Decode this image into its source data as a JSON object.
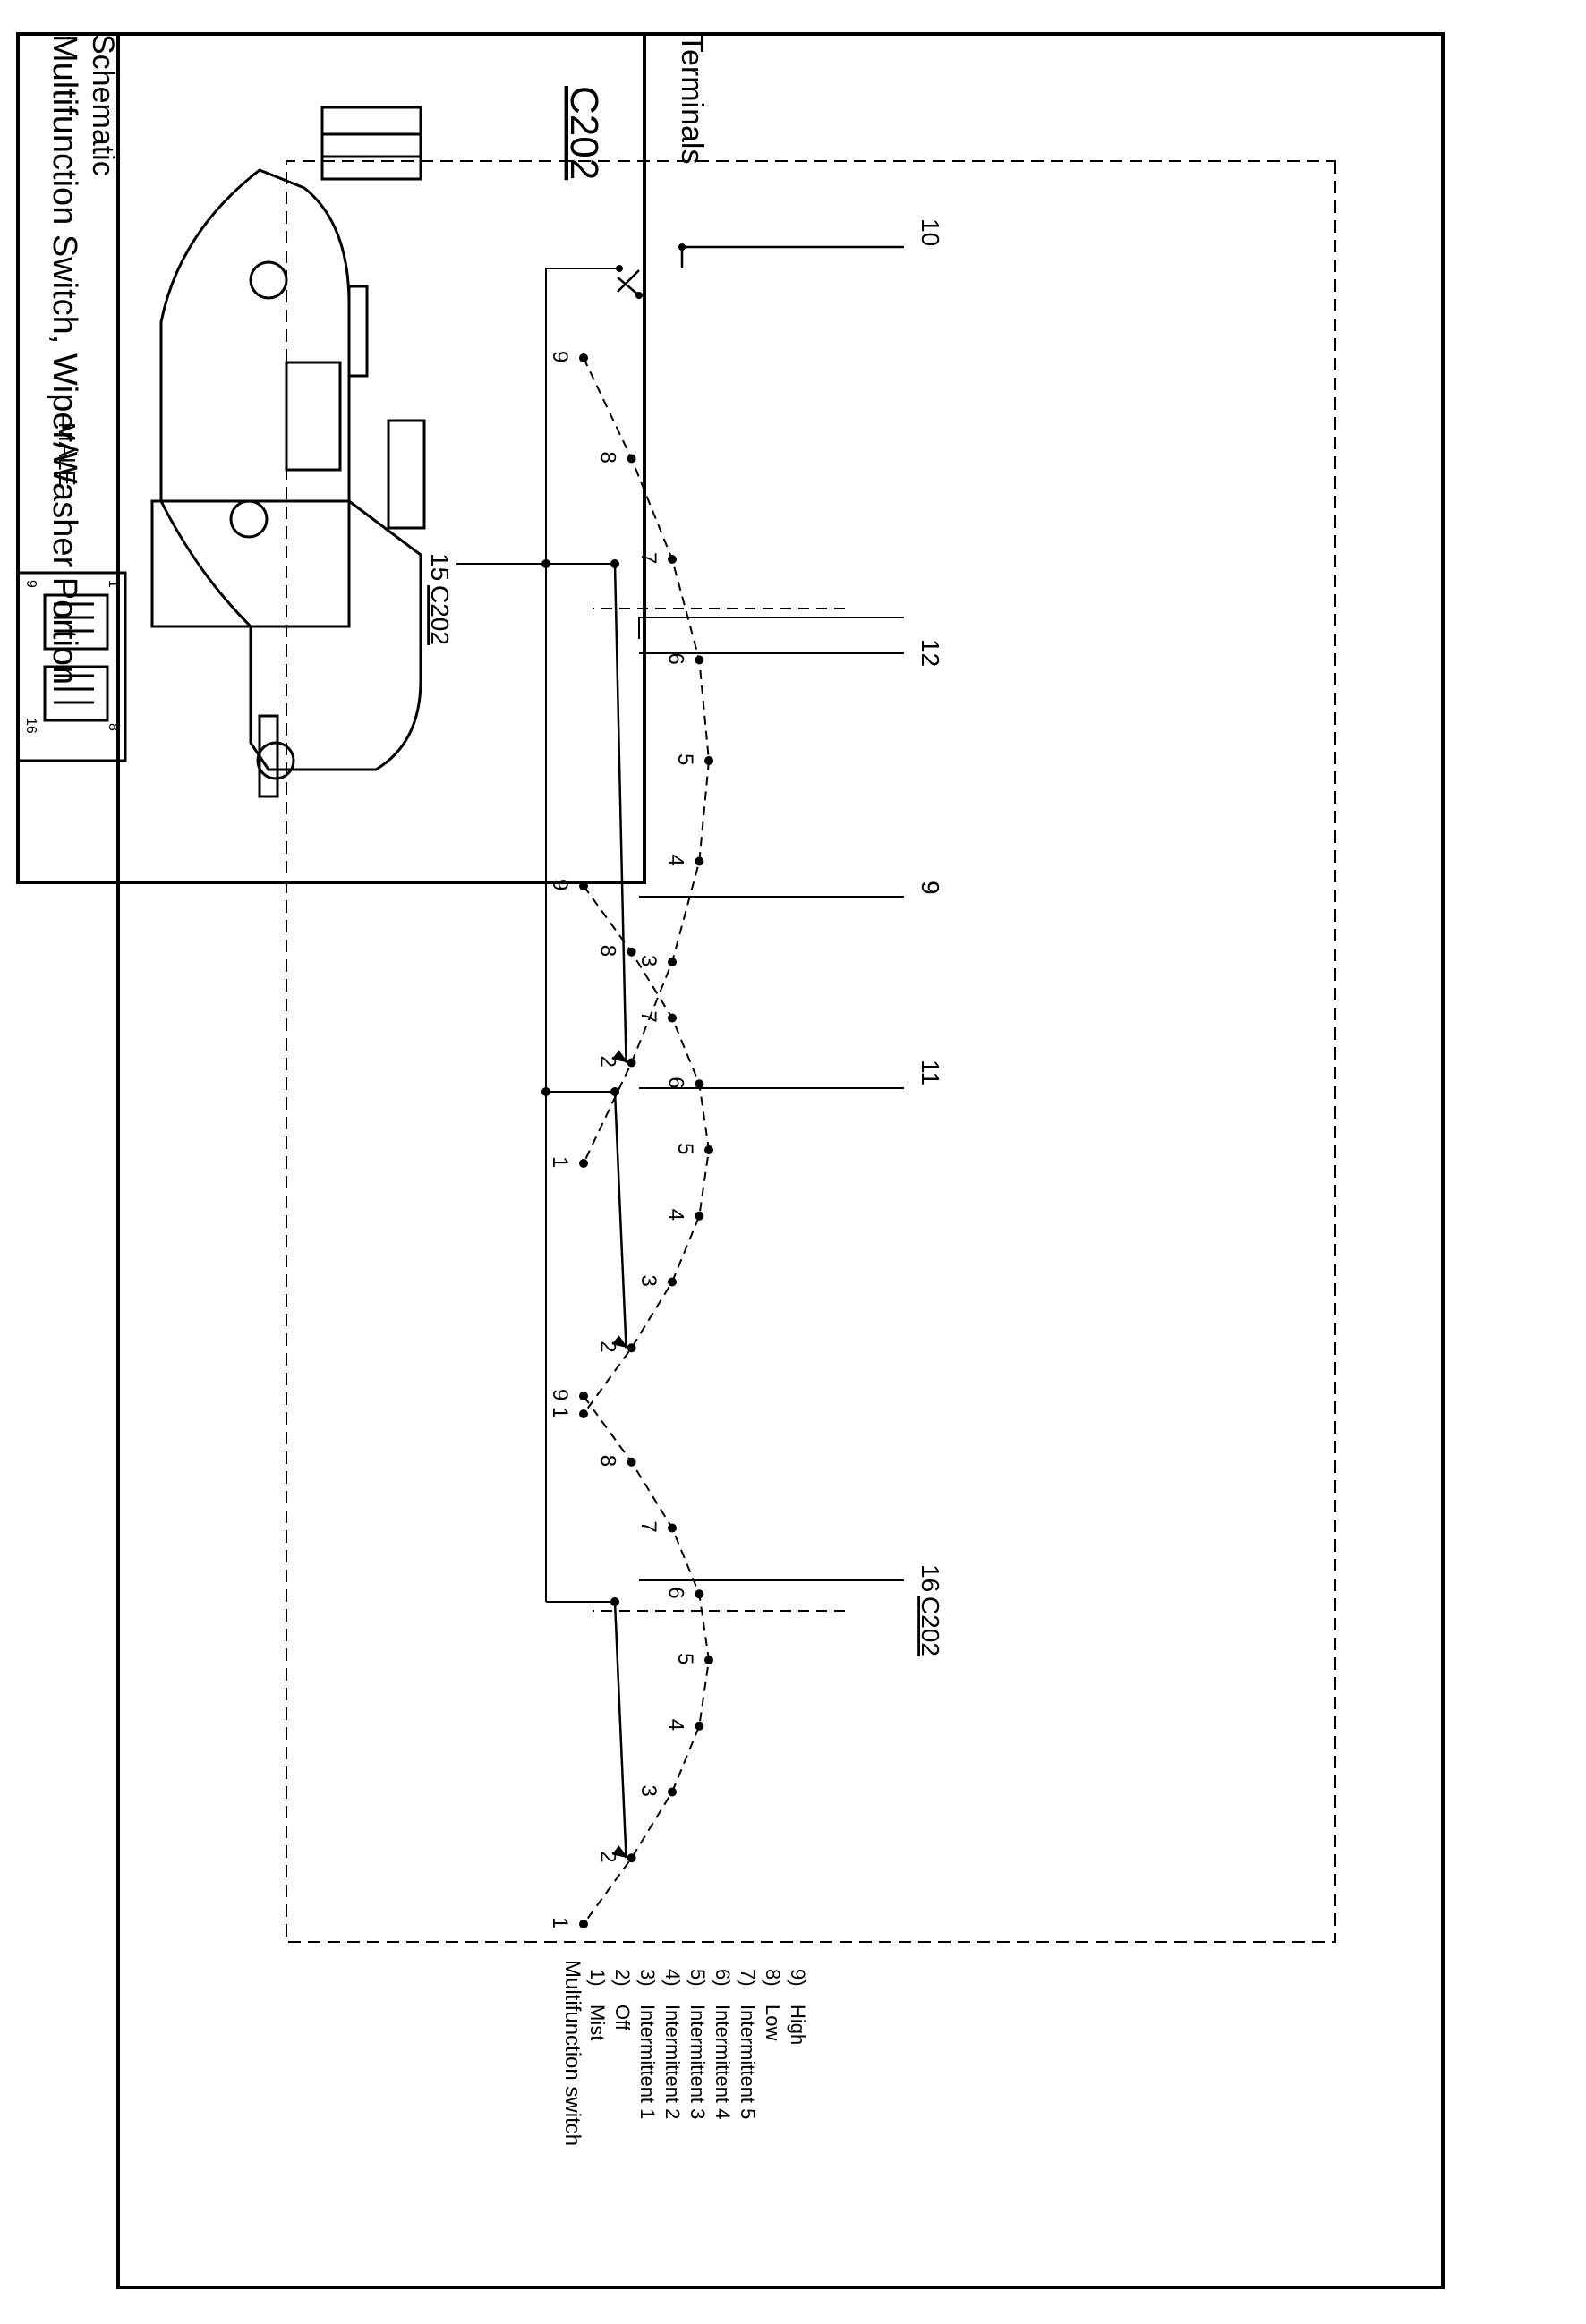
{
  "title": "Multifunction Switch, Wiper/Washer Portion",
  "schematic_heading": "Schematic",
  "terminals_heading": "Terminals",
  "connector_top_label": "C202",
  "connector_bottom_label": "C202",
  "terminal_view_connector": "C202",
  "terminal_view_gender": "MALE",
  "pins": {
    "p10": "10",
    "p12": "12",
    "p9": "9",
    "p11": "11",
    "p16": "16",
    "p15": "15"
  },
  "connector_face_numbers": {
    "n1": "1",
    "n9": "9",
    "n8": "8",
    "n16": "16"
  },
  "position_numbers": [
    "1",
    "2",
    "3",
    "4",
    "5",
    "6",
    "7",
    "8",
    "9"
  ],
  "legend": {
    "title": "Multifunction switch",
    "items": [
      {
        "num": "1)",
        "label": "Mist"
      },
      {
        "num": "2)",
        "label": "Off"
      },
      {
        "num": "3)",
        "label": "Intermittent 1"
      },
      {
        "num": "4)",
        "label": "Intermittent 2"
      },
      {
        "num": "5)",
        "label": "Intermittent 3"
      },
      {
        "num": "6)",
        "label": "Intermittent 4"
      },
      {
        "num": "7)",
        "label": "Intermittent 5"
      },
      {
        "num": "8)",
        "label": "Low"
      },
      {
        "num": "9)",
        "label": "High"
      }
    ]
  },
  "colors": {
    "line": "#000000",
    "background": "#ffffff"
  }
}
